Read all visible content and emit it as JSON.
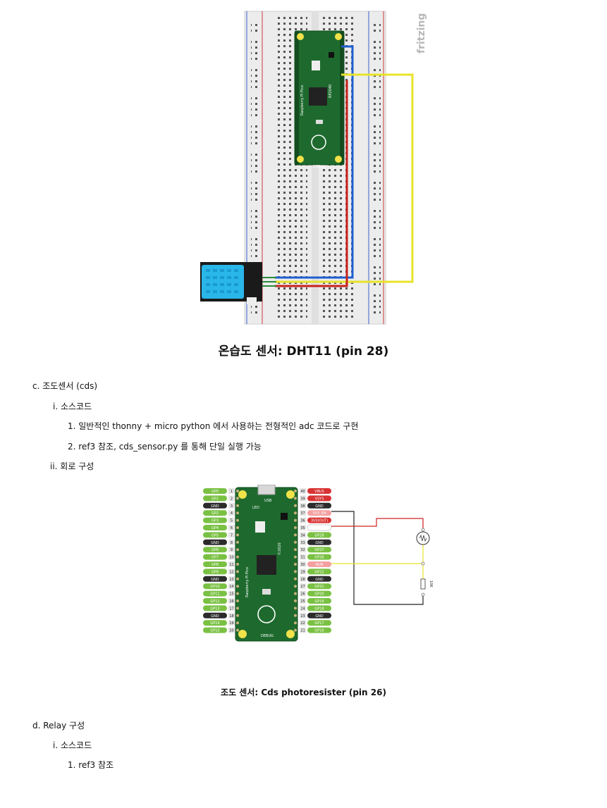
{
  "figure1": {
    "watermark": "fritzing",
    "board_label": "Raspberry Pi Pico",
    "board_model": "RP2040",
    "debug_label": "DEBUG",
    "caption": "온습도 센서: DHT11 (pin 28)"
  },
  "section_c": {
    "label": "c. 조도센서 (cds)",
    "sub_i": "i. 소스코드",
    "item_1": "1. 일반적인 thonny + micro python 에서 사용하는 전형적인 adc 코드로 구현",
    "item_2": "2. ref3 참조, cds_sensor.py 를 통해 단일 실행 가능",
    "sub_ii": "ii. 회로 구성"
  },
  "figure2": {
    "left_pins": [
      "GP0",
      "GP1",
      "GND",
      "GP2",
      "GP3",
      "GP4",
      "GP5",
      "GND",
      "GP6",
      "GP7",
      "GP8",
      "GP9",
      "GND",
      "GP10",
      "GP11",
      "GP12",
      "GP13",
      "GND",
      "GP14",
      "GP15"
    ],
    "right_pins": [
      "VBUS",
      "VSYS",
      "GND",
      "3V3_EN",
      "3V3(OUT)",
      "",
      "GP28",
      "GND",
      "GP27",
      "GP26",
      "RUN",
      "GP22",
      "GND",
      "GP21",
      "GP20",
      "GP19",
      "GP18",
      "GND",
      "GP17",
      "GP16"
    ],
    "usb_label": "USB",
    "led_label": "LED",
    "resistor_label": "10K",
    "year_label": "©2020",
    "board_label": "Raspberry Pi Pico",
    "debug_label": "DEBUG",
    "caption": "조도 센서: Cds photoresister (pin 26)"
  },
  "section_d": {
    "label": "d. Relay 구성",
    "sub_i": "i. 소스코드",
    "item_1": "1. ref3 참조"
  }
}
